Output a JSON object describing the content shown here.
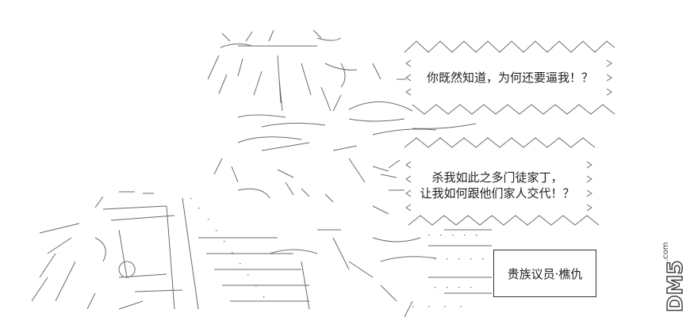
{
  "bubble_top": {
    "line1": "你既然知道，为何还要逼我！？"
  },
  "bubble_middle": {
    "line1": "杀我如此之多门徒家丁，",
    "line2": "让我如何跟他们家人交代！？"
  },
  "caption_box": {
    "label": "贵族议员·樵仇"
  },
  "watermark": {
    "text": "DM5.com"
  }
}
